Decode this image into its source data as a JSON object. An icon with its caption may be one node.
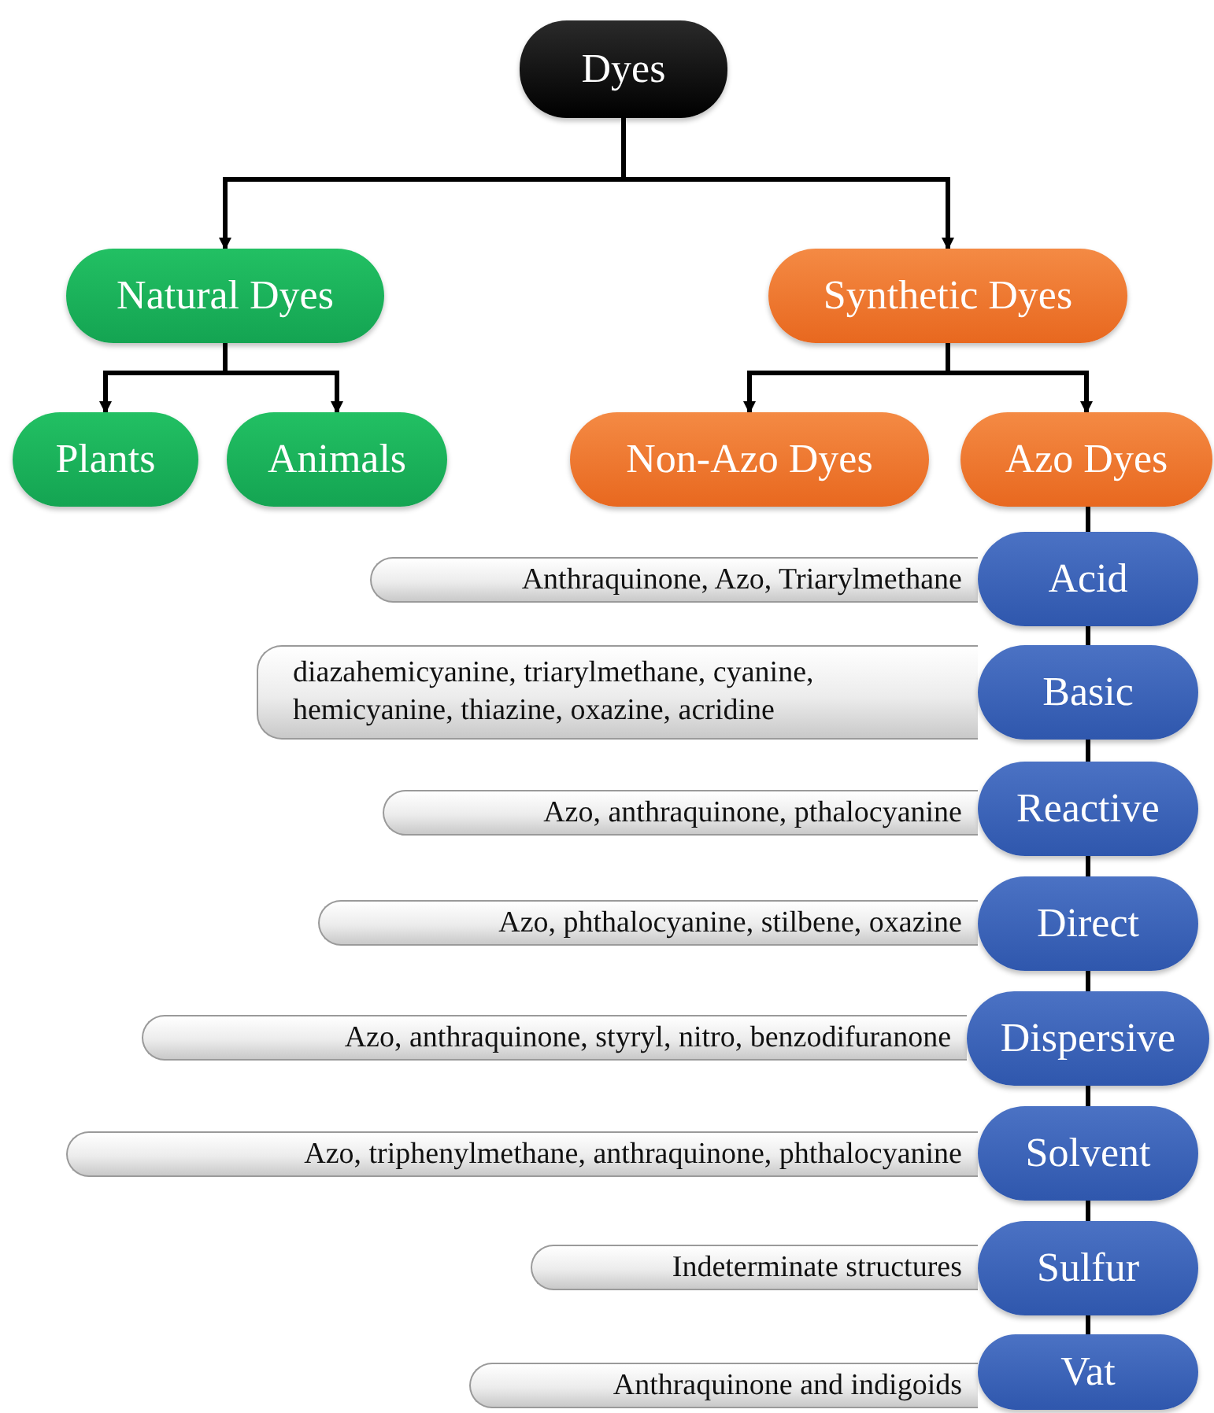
{
  "diagram": {
    "nodes": [
      {
        "text": [
          "Dyes"
        ]
      },
      {
        "text": [
          "Natural Dyes"
        ]
      },
      {
        "text": [
          "Synthetic Dyes"
        ]
      },
      {
        "text": [
          "Plants"
        ]
      },
      {
        "text": [
          "Animals"
        ]
      },
      {
        "text": [
          "Non-Azo Dyes"
        ]
      },
      {
        "text": [
          "Azo Dyes"
        ]
      },
      {
        "text": [
          "Anthraquinone, Azo, Triarylmethane"
        ]
      },
      {
        "text": [
          "Acid"
        ]
      },
      {
        "text": [
          "diazahemicyanine, triarylmethane, cyanine, hemicyanine, thiazine, oxazine, acridine"
        ]
      },
      {
        "text": [
          "Basic"
        ]
      },
      {
        "text": [
          "Azo, anthraquinone, pthalocyanine"
        ]
      },
      {
        "text": [
          "Reactive"
        ]
      },
      {
        "text": [
          "Azo, phthalocyanine, stilbene, oxazine"
        ]
      },
      {
        "text": [
          "Direct"
        ]
      },
      {
        "text": [
          "Azo, anthraquinone, styryl, nitro, benzodifuranone"
        ]
      },
      {
        "text": [
          "Dispersive"
        ]
      },
      {
        "text": [
          "Azo, triphenylmethane, anthraquinone, phthalocyanine"
        ]
      },
      {
        "text": [
          "Solvent"
        ]
      },
      {
        "text": [
          "Indeterminate structures"
        ]
      },
      {
        "text": [
          "Sulfur"
        ]
      },
      {
        "text": [
          "Anthraquinone and indigoids"
        ]
      },
      {
        "text": [
          "Vat"
        ]
      }
    ],
    "edges": [
      {
        "from": 0,
        "to": 1,
        "arrow": "to"
      },
      {
        "from": 0,
        "to": 2,
        "arrow": "to"
      },
      {
        "from": 1,
        "to": 3,
        "arrow": "to"
      },
      {
        "from": 1,
        "to": 4,
        "arrow": "to"
      },
      {
        "from": 2,
        "to": 5,
        "arrow": "to"
      },
      {
        "from": 2,
        "to": 6,
        "arrow": "to"
      },
      {
        "from": 6,
        "to": 8,
        "arrow": "none"
      },
      {
        "from": 8,
        "to": 10,
        "arrow": "none"
      },
      {
        "from": 10,
        "to": 12,
        "arrow": "none"
      },
      {
        "from": 12,
        "to": 14,
        "arrow": "none"
      },
      {
        "from": 14,
        "to": 16,
        "arrow": "none"
      },
      {
        "from": 16,
        "to": 18,
        "arrow": "none"
      },
      {
        "from": 18,
        "to": 20,
        "arrow": "none"
      },
      {
        "from": 20,
        "to": 22,
        "arrow": "none"
      }
    ]
  }
}
